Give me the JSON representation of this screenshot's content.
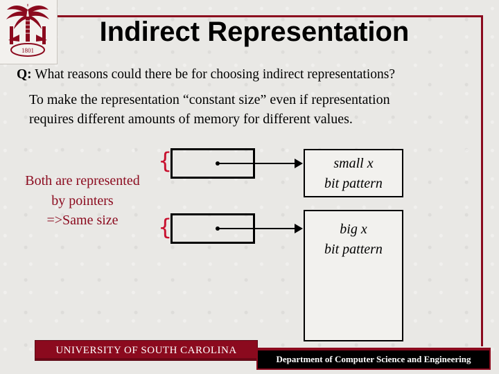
{
  "slide": {
    "title": "Indirect Representation",
    "question_label": "Q:",
    "question_text": " What reasons could there be for choosing indirect representations?",
    "answer_line1": "To make the representation “constant size” even if representation",
    "answer_line2": "requires different amounts of memory for different values.",
    "left_note": [
      "Both are represented",
      "by pointers",
      "=>Same size"
    ],
    "small_box": [
      "small x",
      "bit pattern"
    ],
    "big_box": [
      "big x",
      "bit pattern"
    ],
    "brace_glyph": "{"
  },
  "footer": {
    "left": "UNIVERSITY OF SOUTH CAROLINA",
    "right": "Department of Computer Science and Engineering"
  },
  "logo": {
    "seal_year": "1801",
    "icon": "palmetto-tree-seal-icon"
  },
  "colors": {
    "garnet": "#8b0a1e",
    "brace": "#c8102e",
    "background": "#e9e8e5",
    "footer_right_bg": "#000000"
  }
}
